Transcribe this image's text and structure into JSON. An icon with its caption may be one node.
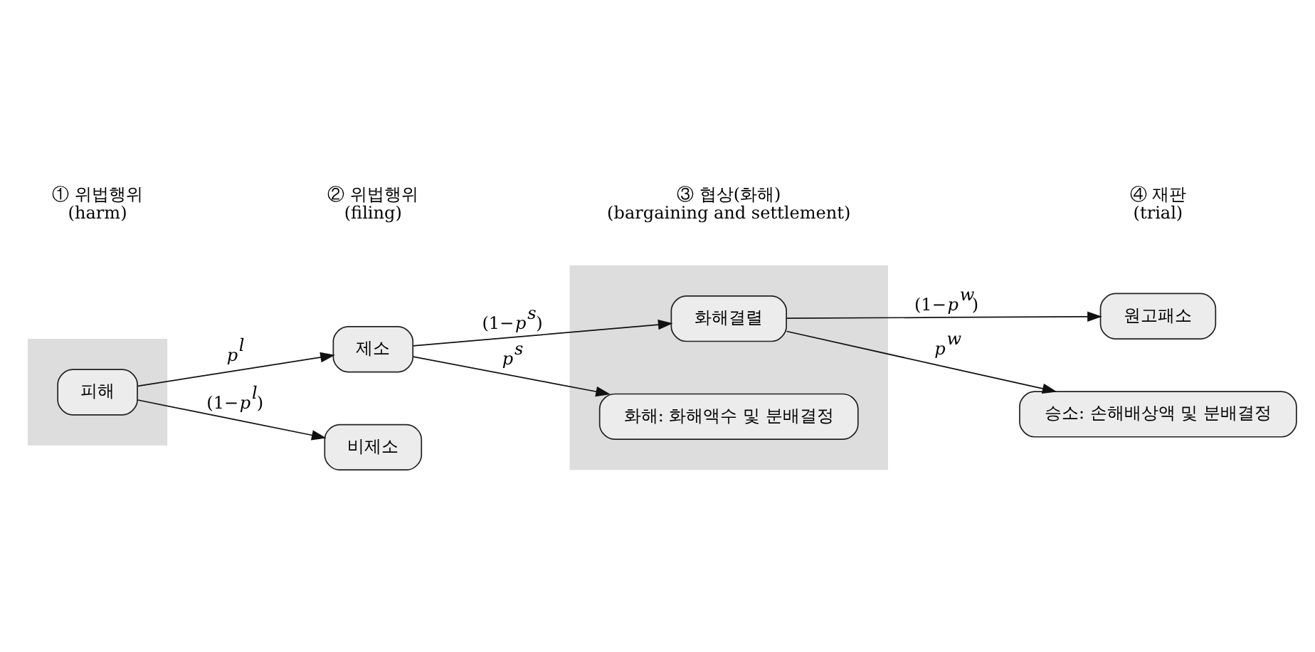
{
  "diagram": {
    "nodes": [
      {
        "text": [],
        "shape": "box"
      },
      {
        "text": [
          "피해"
        ],
        "in": 0
      },
      {
        "text": [
          "제소"
        ]
      },
      {
        "text": [
          "비제소"
        ]
      },
      {
        "text": [],
        "shape": "box"
      },
      {
        "text": [
          "화해결렬"
        ],
        "in": 4
      },
      {
        "text": [
          "화해: 화해액수 및 분배결정"
        ],
        "in": 4
      },
      {
        "text": [
          "원고패소"
        ]
      },
      {
        "text": [
          "승소: 손해배상액 및 분배결정"
        ]
      }
    ],
    "edges": [
      {
        "from": 1,
        "to": 2,
        "arrow": "to",
        "label": "*p*$^{l}$"
      },
      {
        "from": 1,
        "to": 3,
        "arrow": "to",
        "label": "(1−*p*$^{l}$)"
      },
      {
        "from": 2,
        "to": 5,
        "arrow": "to",
        "label": "(1−*p*$^{s}$)"
      },
      {
        "from": 2,
        "to": 6,
        "arrow": "to",
        "label": "*p*$^{s}$"
      },
      {
        "from": 5,
        "to": 7,
        "arrow": "to",
        "label": "(1−*p*$^{w}$)"
      },
      {
        "from": 5,
        "to": 8,
        "arrow": "to",
        "label": "*p*$^{w}$"
      }
    ],
    "labels": [
      "① 위법행위",
      "(harm)",
      "② 위법행위",
      "(filing)",
      "③ 협상(화해)",
      "(bargaining and settlement)",
      "④ 재판",
      "(trial)"
    ]
  }
}
